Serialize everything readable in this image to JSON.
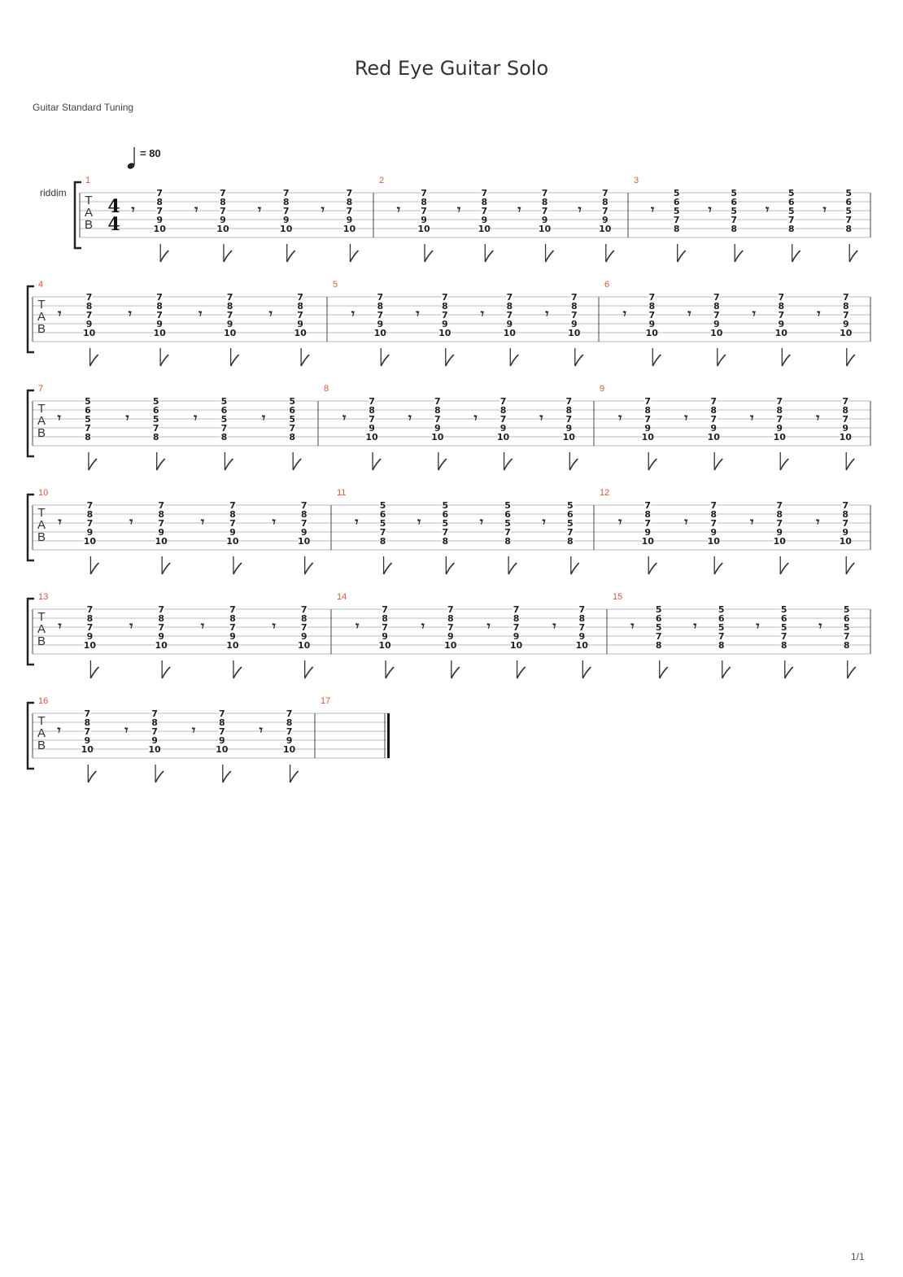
{
  "title": "Red Eye Guitar Solo",
  "tuning_label": "Guitar Standard Tuning",
  "tempo": {
    "bpm_label": "= 80"
  },
  "track_name": "riddim",
  "time_signature": {
    "top": "4",
    "bottom": "4"
  },
  "tab_letters": [
    "T",
    "A",
    "B"
  ],
  "page_number": "1/1",
  "chord_types": {
    "A": [
      "7",
      "8",
      "7",
      "9",
      "10"
    ],
    "B": [
      "5",
      "6",
      "5",
      "7",
      "8"
    ]
  },
  "measures": [
    {
      "number": "1",
      "beats": [
        "A",
        "A",
        "A",
        "A"
      ]
    },
    {
      "number": "2",
      "beats": [
        "A",
        "A",
        "A",
        "A"
      ]
    },
    {
      "number": "3",
      "beats": [
        "B",
        "B",
        "B",
        "B"
      ]
    },
    {
      "number": "4",
      "beats": [
        "A",
        "A",
        "A",
        "A"
      ]
    },
    {
      "number": "5",
      "beats": [
        "A",
        "A",
        "A",
        "A"
      ]
    },
    {
      "number": "6",
      "beats": [
        "A",
        "A",
        "A",
        "A"
      ]
    },
    {
      "number": "7",
      "beats": [
        "B",
        "B",
        "B",
        "B"
      ]
    },
    {
      "number": "8",
      "beats": [
        "A",
        "A",
        "A",
        "A"
      ]
    },
    {
      "number": "9",
      "beats": [
        "A",
        "A",
        "A",
        "A"
      ]
    },
    {
      "number": "10",
      "beats": [
        "A",
        "A",
        "A",
        "A"
      ]
    },
    {
      "number": "11",
      "beats": [
        "B",
        "B",
        "B",
        "B"
      ]
    },
    {
      "number": "12",
      "beats": [
        "A",
        "A",
        "A",
        "A"
      ]
    },
    {
      "number": "13",
      "beats": [
        "A",
        "A",
        "A",
        "A"
      ]
    },
    {
      "number": "14",
      "beats": [
        "A",
        "A",
        "A",
        "A"
      ]
    },
    {
      "number": "15",
      "beats": [
        "B",
        "B",
        "B",
        "B"
      ]
    },
    {
      "number": "16",
      "beats": [
        "A",
        "A",
        "A",
        "A"
      ]
    },
    {
      "number": "17",
      "beats": []
    }
  ]
}
